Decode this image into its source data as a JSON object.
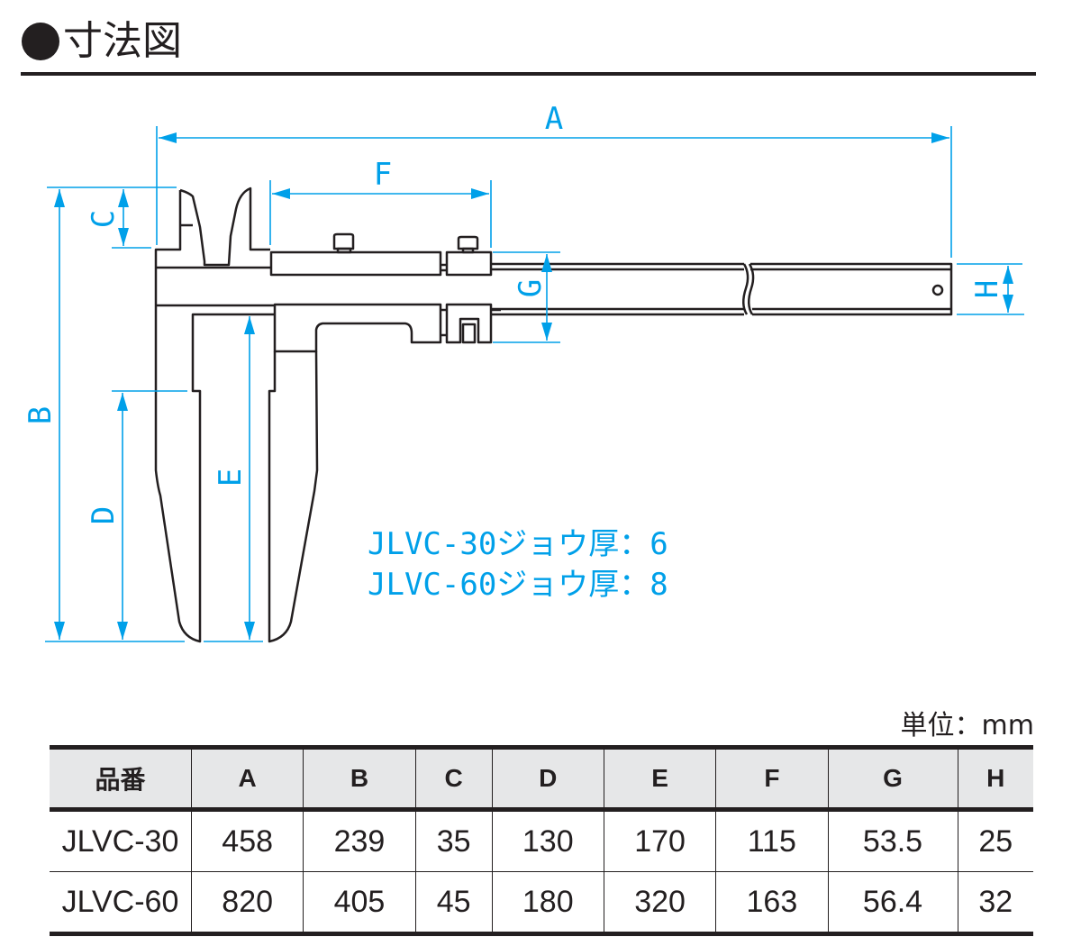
{
  "header": {
    "title": "寸法図",
    "bullet_icon": "filled-circle"
  },
  "colors": {
    "dimension": "#00a0e9",
    "outline": "#231f20",
    "table_header_bg": "#e6e7e8"
  },
  "diagram": {
    "subject": "vernier caliper",
    "dimension_labels": {
      "A": "A",
      "B": "B",
      "C": "C",
      "D": "D",
      "E": "E",
      "F": "F",
      "G": "G",
      "H": "H"
    },
    "notes": [
      "JLVC-30ジョウ厚：6",
      "JLVC-60ジョウ厚：8"
    ]
  },
  "table": {
    "unit": "単位：mm",
    "headers": [
      "品番",
      "A",
      "B",
      "C",
      "D",
      "E",
      "F",
      "G",
      "H"
    ],
    "rows": [
      [
        "JLVC-30",
        "458",
        "239",
        "35",
        "130",
        "170",
        "115",
        "53.5",
        "25"
      ],
      [
        "JLVC-60",
        "820",
        "405",
        "45",
        "180",
        "320",
        "163",
        "56.4",
        "32"
      ]
    ]
  }
}
